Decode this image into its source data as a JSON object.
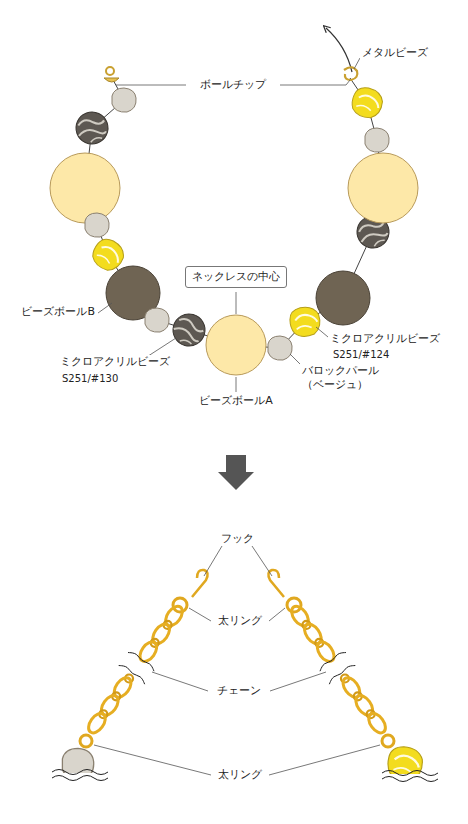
{
  "diagram": {
    "nodes": [
      {
        "text": [
          "ネックレスの中心"
        ]
      }
    ],
    "labels": [
      "メタルビーズ",
      "ボールチップ",
      "ビーズボールB",
      "ミクロアクリルビーズ",
      "S251/#130",
      "ビーズボールA",
      "ミクロアクリルビーズ",
      "S251/#124",
      "バロックパール （ベージュ）",
      "フック",
      "太リング",
      "チェーン",
      "太リング"
    ]
  }
}
